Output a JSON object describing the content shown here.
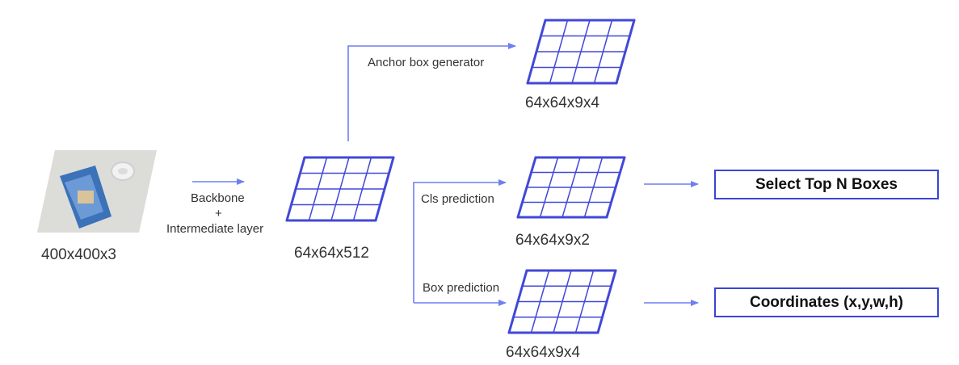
{
  "input": {
    "image_icon": "packaged-item-photo",
    "dims": "400x400x3"
  },
  "backbone": {
    "line1": "Backbone",
    "line2": "+",
    "line3": "Intermediate layer"
  },
  "feature_map": {
    "dims": "64x64x512"
  },
  "anchor": {
    "label": "Anchor box generator",
    "dims": "64x64x9x4"
  },
  "cls": {
    "label": "Cls prediction",
    "dims": "64x64x9x2"
  },
  "box_pred": {
    "label": "Box prediction",
    "dims": "64x64x9x4"
  },
  "select": {
    "label": "Select Top N Boxes"
  },
  "coords": {
    "label": "Coordinates (x,y,w,h)"
  },
  "colors": {
    "grid": "#4148d8",
    "arrow": "#6f7ff0",
    "box_border": "#3a45d4"
  }
}
